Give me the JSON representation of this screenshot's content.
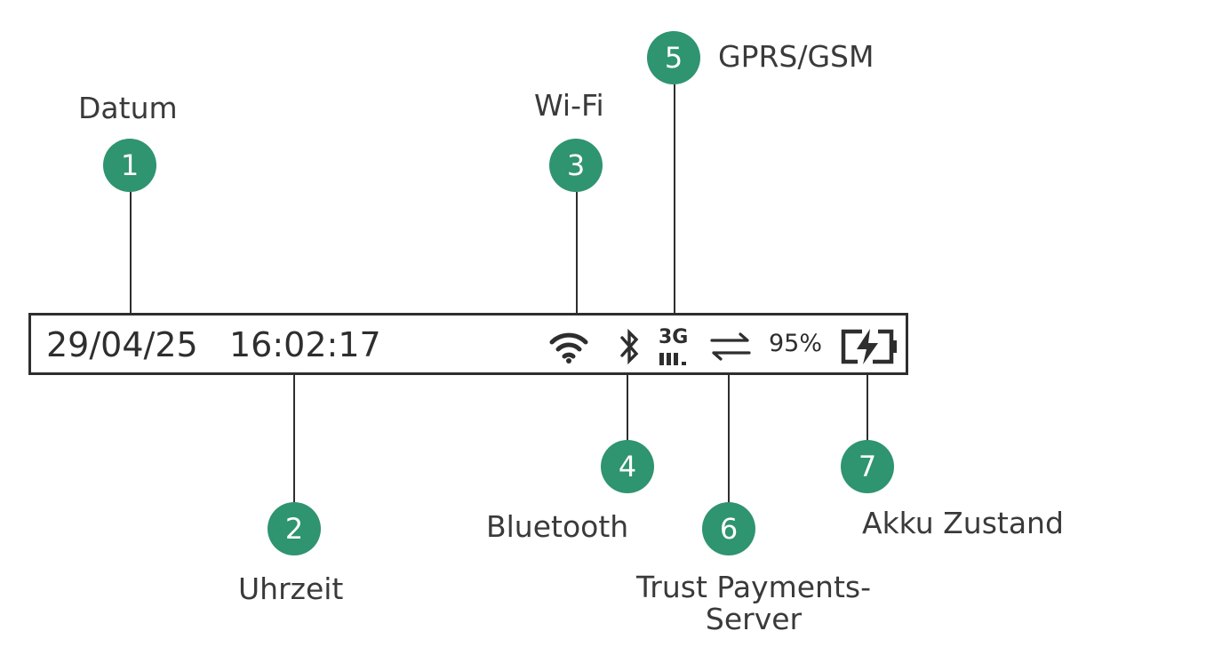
{
  "status_bar": {
    "date": "29/04/25",
    "time": "16:02:17",
    "network_type": "3G",
    "battery_percent": "95%",
    "icons": [
      "wifi-icon",
      "bluetooth-icon",
      "signal-3g-icon",
      "server-connection-icon",
      "battery-charging-icon"
    ]
  },
  "callouts": [
    {
      "number": "1",
      "label": "Datum"
    },
    {
      "number": "2",
      "label": "Uhrzeit"
    },
    {
      "number": "3",
      "label": "Wi-Fi"
    },
    {
      "number": "4",
      "label": "Bluetooth"
    },
    {
      "number": "5",
      "label": "GPRS/GSM"
    },
    {
      "number": "6",
      "label": "Trust Payments-\nServer"
    },
    {
      "number": "7",
      "label": "Akku Zustand"
    }
  ],
  "colors": {
    "badge": "#2f9470",
    "outline": "#2e2e2e",
    "text": "#3a3a3a"
  }
}
